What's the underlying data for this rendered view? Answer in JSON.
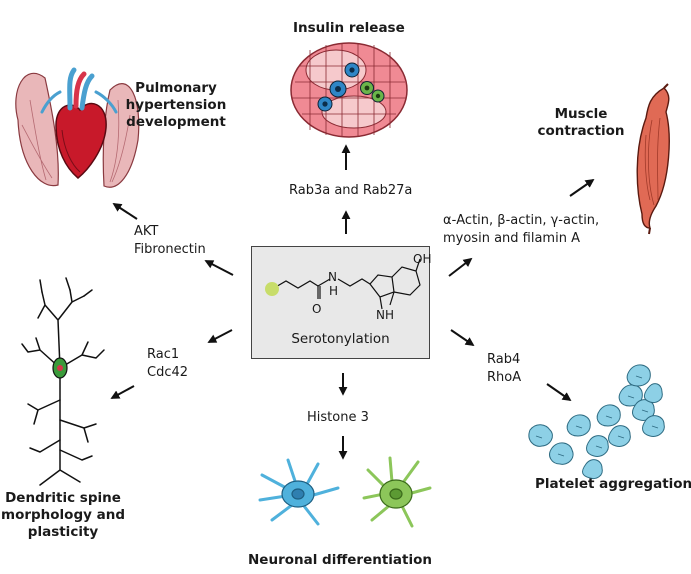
{
  "center": {
    "label": "Serotonylation",
    "mol_oh": "OH",
    "mol_n": "N",
    "mol_h": "H",
    "mol_nh": "NH",
    "mol_o": "O"
  },
  "outcomes": {
    "insulin": "Insulin release",
    "muscle_1": "Muscle",
    "muscle_2": "contraction",
    "pulmonary_1": "Pulmonary",
    "pulmonary_2": "hypertension",
    "pulmonary_3": "development",
    "dendritic_1": "Dendritic spine",
    "dendritic_2": "morphology and",
    "dendritic_3": "plasticity",
    "neuronal": "Neuronal differentiation",
    "platelet": "Platelet aggregation"
  },
  "targets": {
    "rab": "Rab3a and Rab27a",
    "akt": "AKT",
    "fibronectin": "Fibronectin",
    "actin_1": "α-Actin, β-actin, γ-actin,",
    "actin_2": "myosin and filamin A",
    "rac1": "Rac1",
    "cdc42": "Cdc42",
    "rab4": "Rab4",
    "rhoa": "RhoA",
    "histone": "Histone 3"
  },
  "colors": {
    "box_fill": "#e8e8e8",
    "ball": "#c8dd6a",
    "heart": "#c8192a",
    "lung": "#e9b7b9",
    "vessel_blue": "#4aa0d0",
    "islet_pink": "#f08a94",
    "muscle": "#e06a55",
    "neuron_blue": "#4fb1dc",
    "neuron_green": "#8cc65a",
    "platelet": "#8dd0e6"
  }
}
